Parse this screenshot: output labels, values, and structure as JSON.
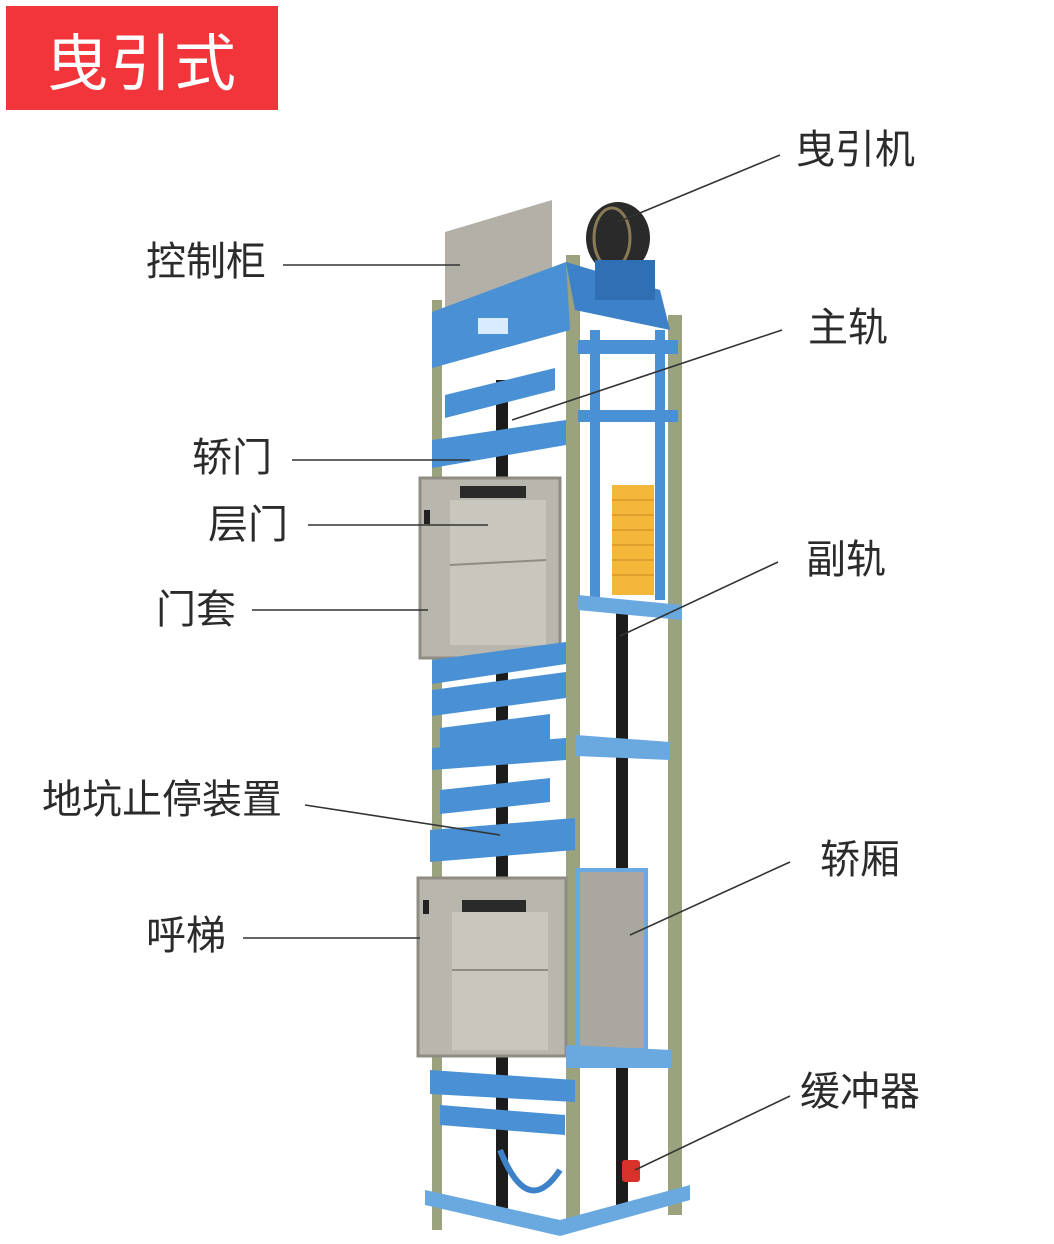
{
  "title": {
    "text": "曳引式",
    "background": "#f2353a",
    "color": "#ffffff"
  },
  "colors": {
    "frame_blue": "#4a90d4",
    "frame_blue_dark": "#2f6fb3",
    "rail_black": "#1c1c1c",
    "rail_olive": "#9aa37e",
    "steel": "#b9b6ad",
    "steel_dark": "#8f8c84",
    "cabinet": "#b3b0a8",
    "counterweight": "#f4b73a",
    "buffer_red": "#d8332b",
    "motor": "#2a2a2a",
    "leader_line": "#333333",
    "label_text": "#2b2b2b"
  },
  "labels": {
    "traction_machine": "曳引机",
    "control_cabinet": "控制柜",
    "main_rail": "主轨",
    "car_door": "轿门",
    "landing_door": "层门",
    "door_frame": "门套",
    "auxiliary_rail": "副轨",
    "pit_stop_device": "地坑止停装置",
    "car": "轿厢",
    "call_button": "呼梯",
    "buffer": "缓冲器"
  }
}
